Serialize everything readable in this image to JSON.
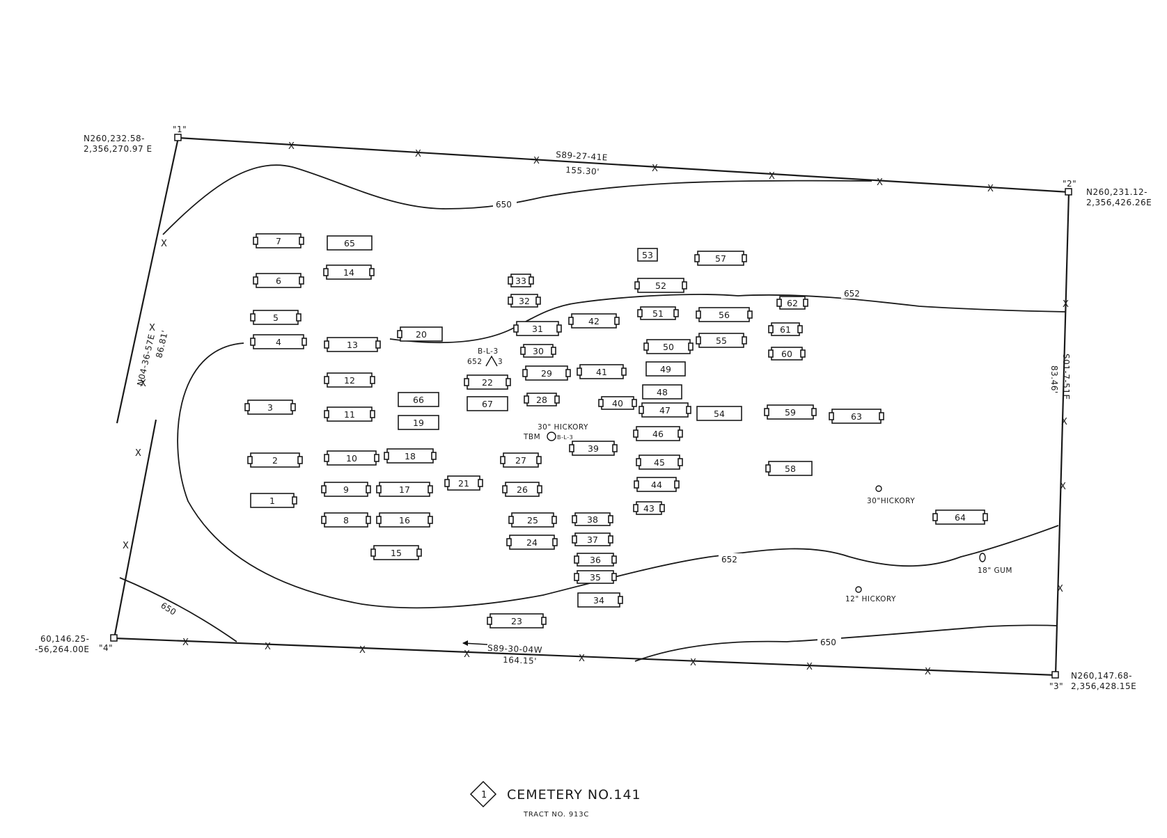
{
  "title": {
    "sheet_number": "1",
    "text": "CEMETERY NO.141",
    "tract": "TRACT NO. 913C"
  },
  "corners": {
    "c1": {
      "marker": "\"1\"",
      "coords": [
        "N260,232.58-",
        "2,356,270.97 E"
      ]
    },
    "c2": {
      "marker": "\"2\"",
      "coords": [
        "N260,231.12-",
        "2,356,426.26E"
      ]
    },
    "c3": {
      "marker": "\"3\"",
      "coords": [
        "N260,147.68-",
        "2,356,428.15E"
      ]
    },
    "c4": {
      "marker": "\"4\"",
      "coords": [
        "60,146.25-",
        "-56,264.00E"
      ]
    }
  },
  "bearings": {
    "north": {
      "bearing": "S89-27-41E",
      "distance": "155.30'"
    },
    "east": {
      "bearing": "S01-7-51E",
      "distance": "83.46'"
    },
    "south": {
      "bearing": "S89-30-04W",
      "distance": "164.15'"
    },
    "west": {
      "bearing": "N04-36-57E",
      "distance": "86.81'"
    }
  },
  "fence_marker": "X",
  "contours": {
    "upper_650": "650",
    "upper_652": "652",
    "lower_652": "652",
    "lower_650": "650",
    "lower_left_650": "650"
  },
  "benchmark": {
    "id": "B-L-3",
    "elevation": "652",
    "suffix": "3",
    "tbm_label": "TBM",
    "tbm_ref": "B-L-3"
  },
  "trees": [
    {
      "label": "30\" HICKORY"
    },
    {
      "label": "30\"HICKORY"
    },
    {
      "label": "18\" GUM"
    },
    {
      "label": "12\" HICKORY"
    }
  ],
  "graves": [
    "1",
    "2",
    "3",
    "4",
    "5",
    "6",
    "7",
    "8",
    "9",
    "10",
    "11",
    "12",
    "13",
    "14",
    "15",
    "16",
    "17",
    "18",
    "19",
    "20",
    "21",
    "22",
    "23",
    "24",
    "25",
    "26",
    "27",
    "28",
    "29",
    "30",
    "31",
    "32",
    "33",
    "34",
    "35",
    "36",
    "37",
    "38",
    "39",
    "40",
    "41",
    "42",
    "43",
    "44",
    "45",
    "46",
    "47",
    "48",
    "49",
    "50",
    "51",
    "52",
    "53",
    "54",
    "55",
    "56",
    "57",
    "58",
    "59",
    "60",
    "61",
    "62",
    "63",
    "64",
    "65",
    "66",
    "67"
  ]
}
